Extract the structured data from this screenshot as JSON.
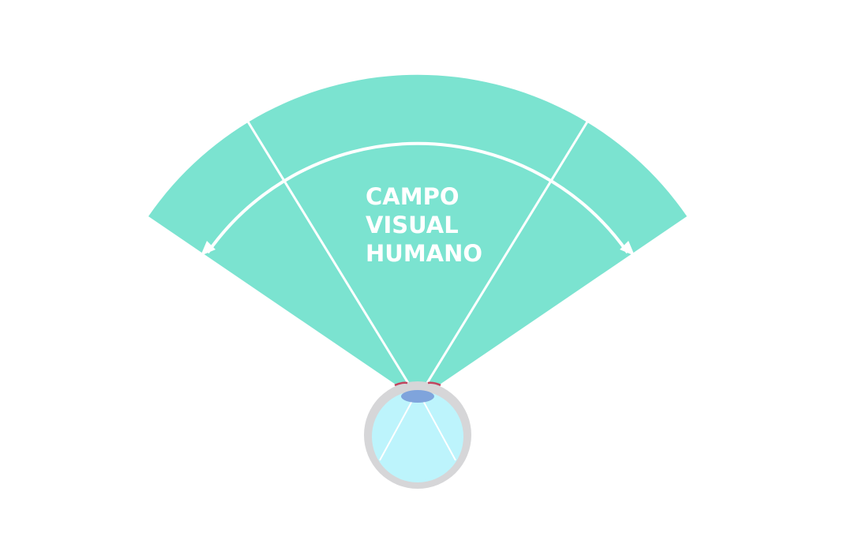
{
  "title_lines": [
    "CAMPO",
    "VISUAL",
    "HUMANO"
  ],
  "colors": {
    "field": "#7BE3D0",
    "divider": "#ffffff",
    "label": "#ffffff",
    "eye_outer": "#D6D6D8",
    "eye_inner": "#BDF4FC",
    "lens": "#7FA4DC",
    "eyelid": "#C2445E"
  },
  "icons": {
    "arc_arrow": "double-headed-arc-arrow",
    "eye": "eye-cross-section-icon"
  }
}
